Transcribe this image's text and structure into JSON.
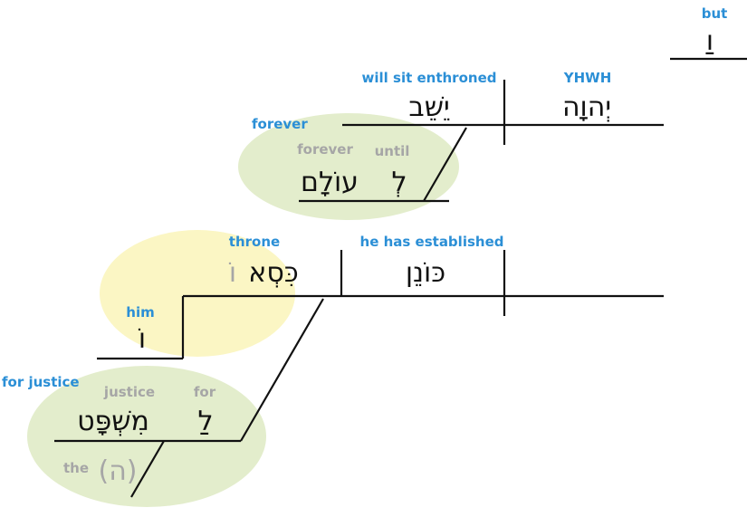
{
  "colors": {
    "gloss": "#2b8fd6",
    "implied": "#a6a6a6",
    "text": "#111111",
    "highlight_green": "#e3edcc",
    "highlight_yellow": "#fbf6c4"
  },
  "clause1": {
    "conjunction": {
      "gloss": "but",
      "hebrew": "וַ"
    },
    "subject": {
      "gloss": "YHWH",
      "hebrew": "יְהוָה"
    },
    "verb": {
      "gloss": "will sit enthroned",
      "hebrew": "יֵשֵׁב"
    },
    "modifier": {
      "label": "forever",
      "preposition": {
        "gloss": "until",
        "hebrew": "לְ"
      },
      "object": {
        "gloss": "forever",
        "hebrew": "עוֹלָם"
      }
    }
  },
  "clause2": {
    "verb": {
      "gloss": "he has established",
      "hebrew": "כּוֹנֵן"
    },
    "object": {
      "gloss": "throne",
      "hebrew": "כִּסְאוֹ",
      "hebrew_main": "כִּסְא",
      "hebrew_suffix": "וֹ"
    },
    "possessor": {
      "gloss": "him",
      "hebrew": "וֹ"
    },
    "modifier": {
      "label": "for justice",
      "preposition": {
        "gloss": "for",
        "hebrew": "לַ"
      },
      "object": {
        "gloss": "justice",
        "hebrew": "מִשְׁפָּט"
      },
      "article": {
        "gloss": "the",
        "hebrew": "(ה)"
      }
    }
  }
}
